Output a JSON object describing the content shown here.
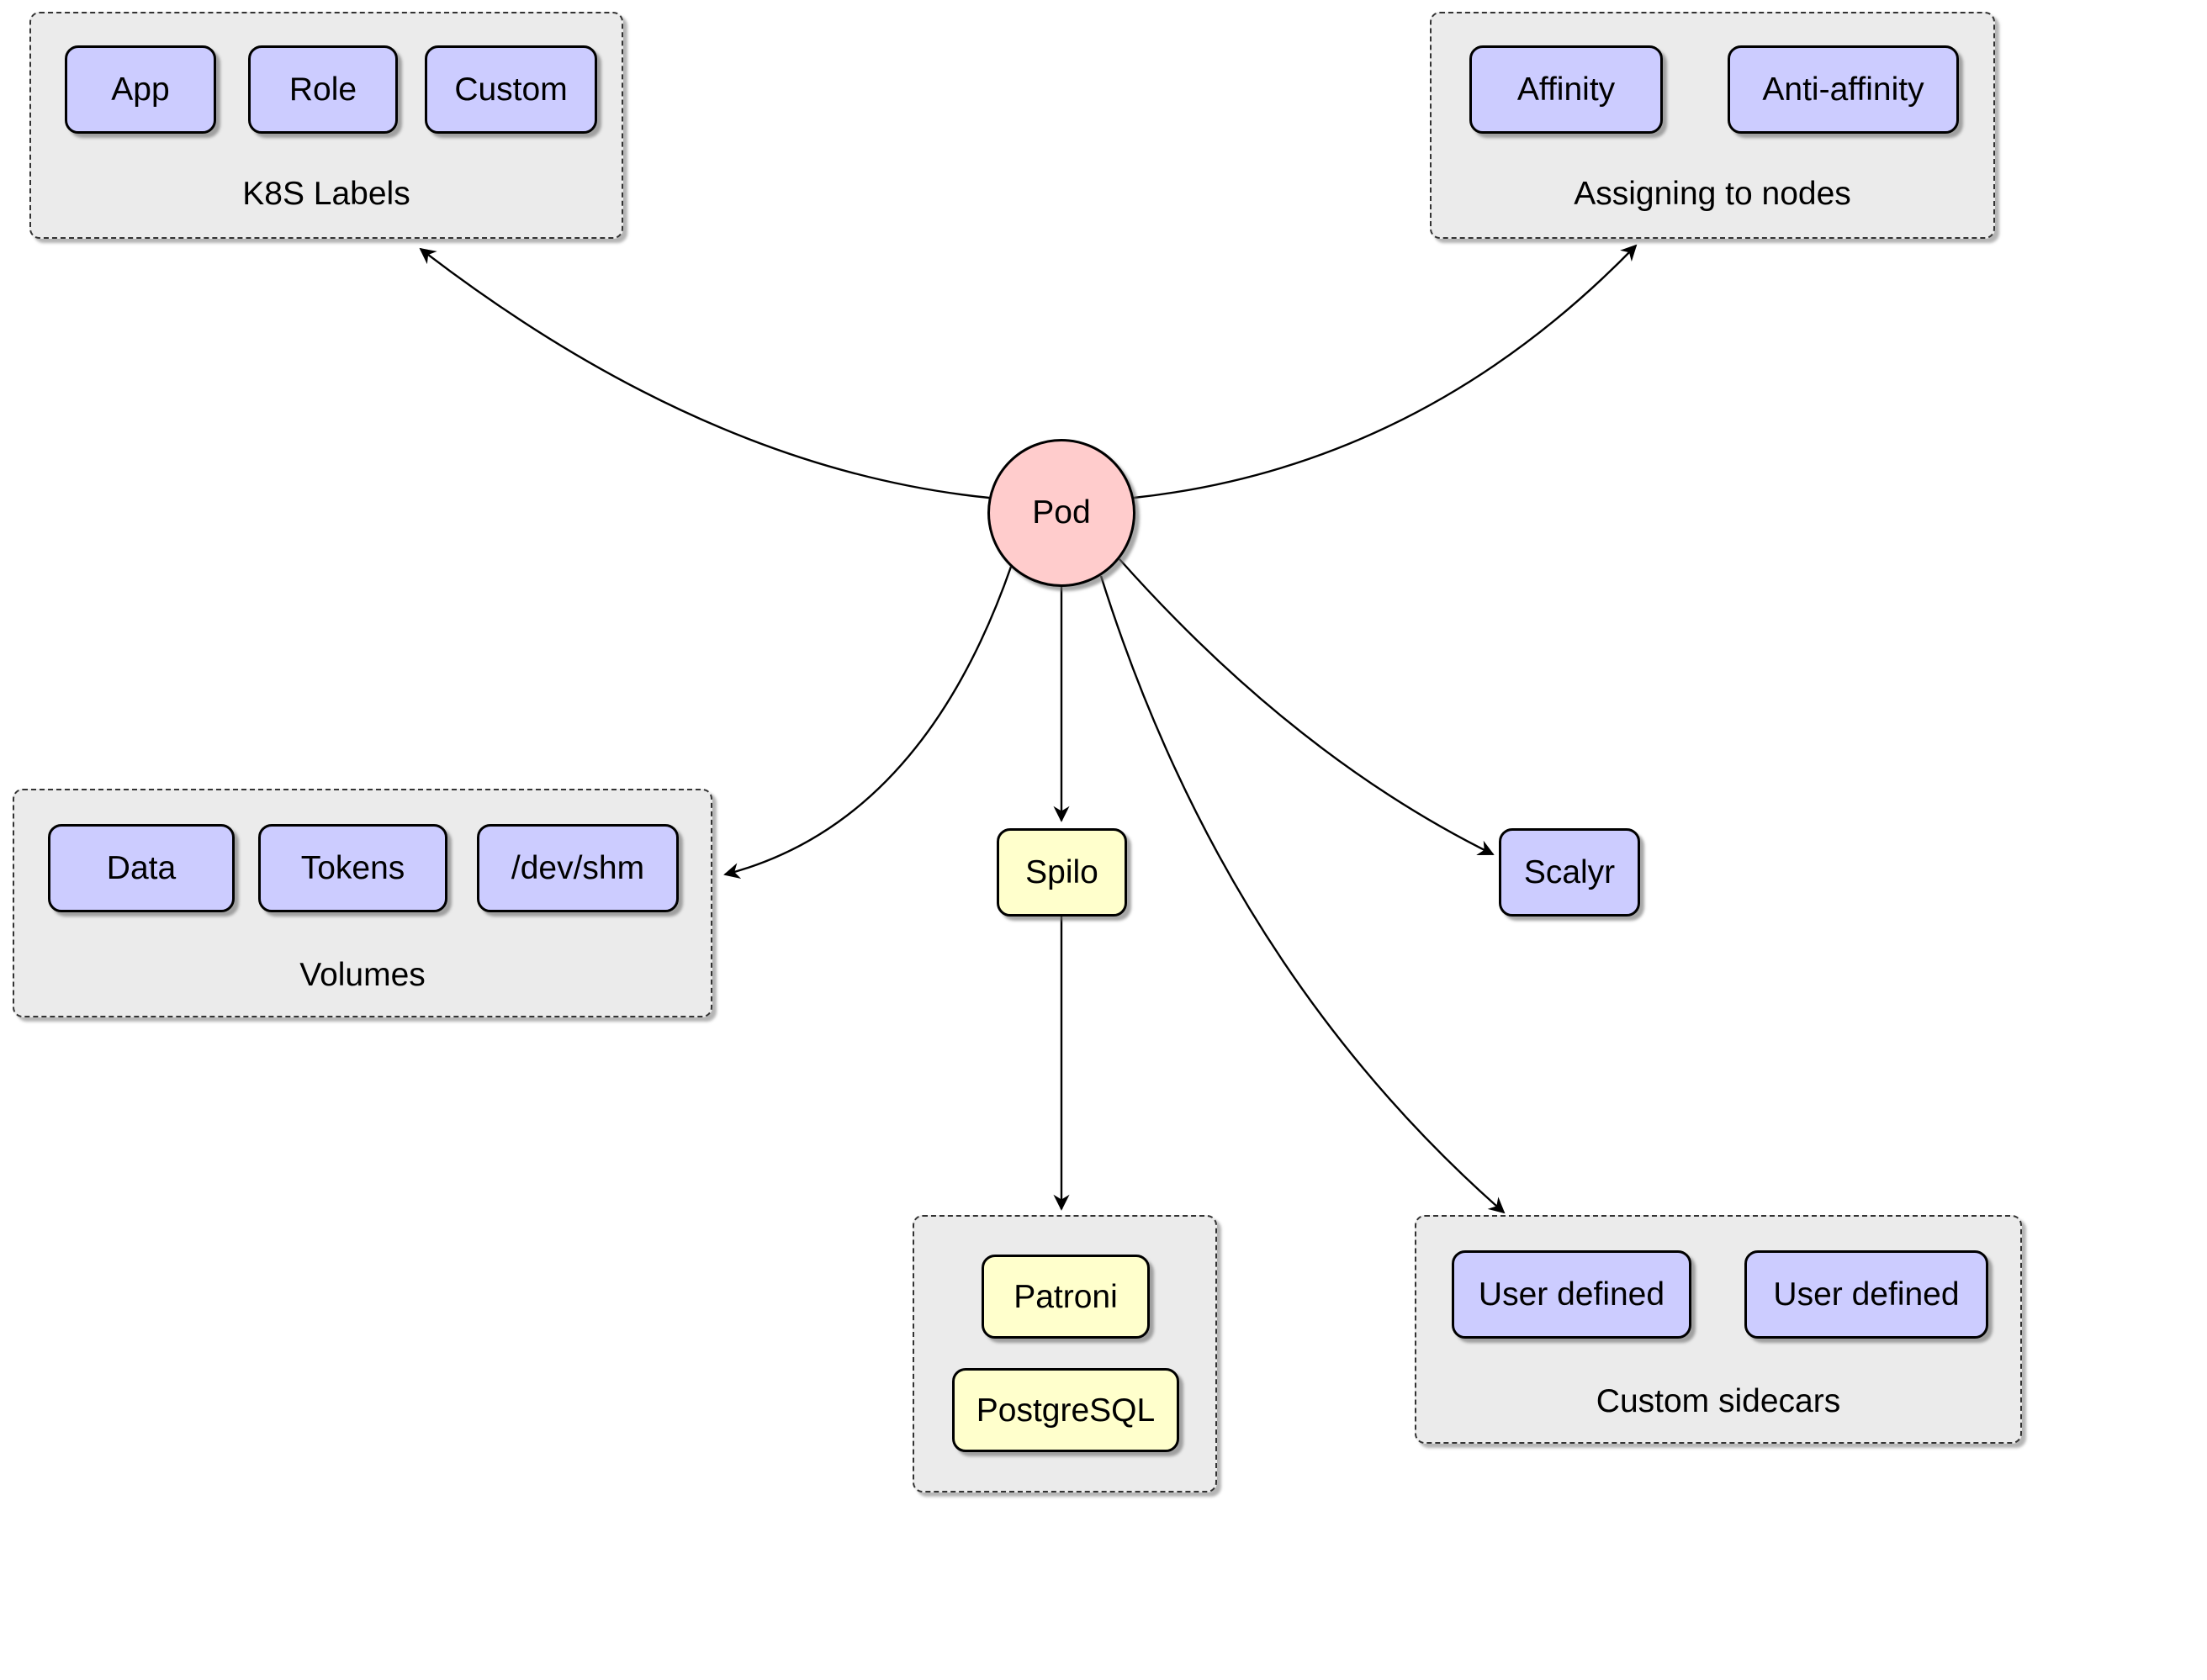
{
  "diagram": {
    "pod_label": "Pod",
    "spilo_label": "Spilo",
    "scalyr_label": "Scalyr",
    "groups": {
      "k8s_labels": {
        "title": "K8S Labels",
        "items": [
          "App",
          "Role",
          "Custom"
        ]
      },
      "assigning_to_nodes": {
        "title": "Assigning to nodes",
        "items": [
          "Affinity",
          "Anti-affinity"
        ]
      },
      "volumes": {
        "title": "Volumes",
        "items": [
          "Data",
          "Tokens",
          "/dev/shm"
        ]
      },
      "spilo_stack": {
        "items": [
          "Patroni",
          "PostgreSQL"
        ]
      },
      "custom_sidecars": {
        "title": "Custom sidecars",
        "items": [
          "User defined",
          "User defined"
        ]
      }
    },
    "colors": {
      "node_fill": "#ccccff",
      "container_fill": "#ffffcc",
      "pod_fill": "#ffcccc",
      "group_fill": "#ebebeb"
    }
  }
}
